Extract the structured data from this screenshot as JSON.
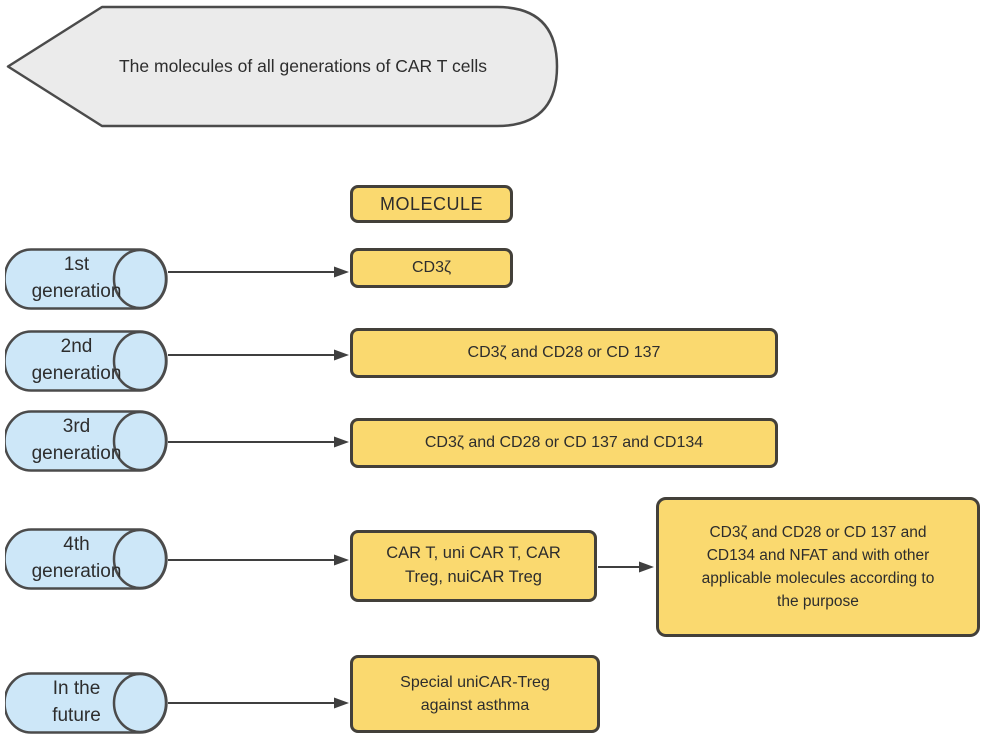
{
  "banner": {
    "label": "The molecules of all generations of CAR T cells"
  },
  "column_header": {
    "label": "MOLECULE"
  },
  "rows": [
    {
      "stage": "1st\ngeneration",
      "molecule": "CD3ζ"
    },
    {
      "stage": "2nd\ngeneration",
      "molecule": "CD3ζ and CD28 or CD 137"
    },
    {
      "stage": "3rd\ngeneration",
      "molecule": "CD3ζ and CD28 or CD 137 and CD134"
    },
    {
      "stage": "4th\ngeneration",
      "molecule": "CAR T, uni CAR T, CAR\nTreg, nuiCAR Treg",
      "detail": "CD3ζ and CD28 or CD 137 and\nCD134 and NFAT and with other\napplicable molecules according to\nthe purpose"
    },
    {
      "stage": "In the\nfuture",
      "molecule": "Special uniCAR-Treg\nagainst asthma"
    }
  ],
  "colors": {
    "yellow_fill": "#FAD96F",
    "yellow_border": "#43403a",
    "blue_fill": "#CDE7F8",
    "blue_border": "#4b4b4b",
    "banner_fill": "#EBEBEB",
    "banner_border": "#4b4b4b",
    "arrow": "#3f3f3f",
    "text": "#2d2d2d",
    "background": "#ffffff"
  }
}
